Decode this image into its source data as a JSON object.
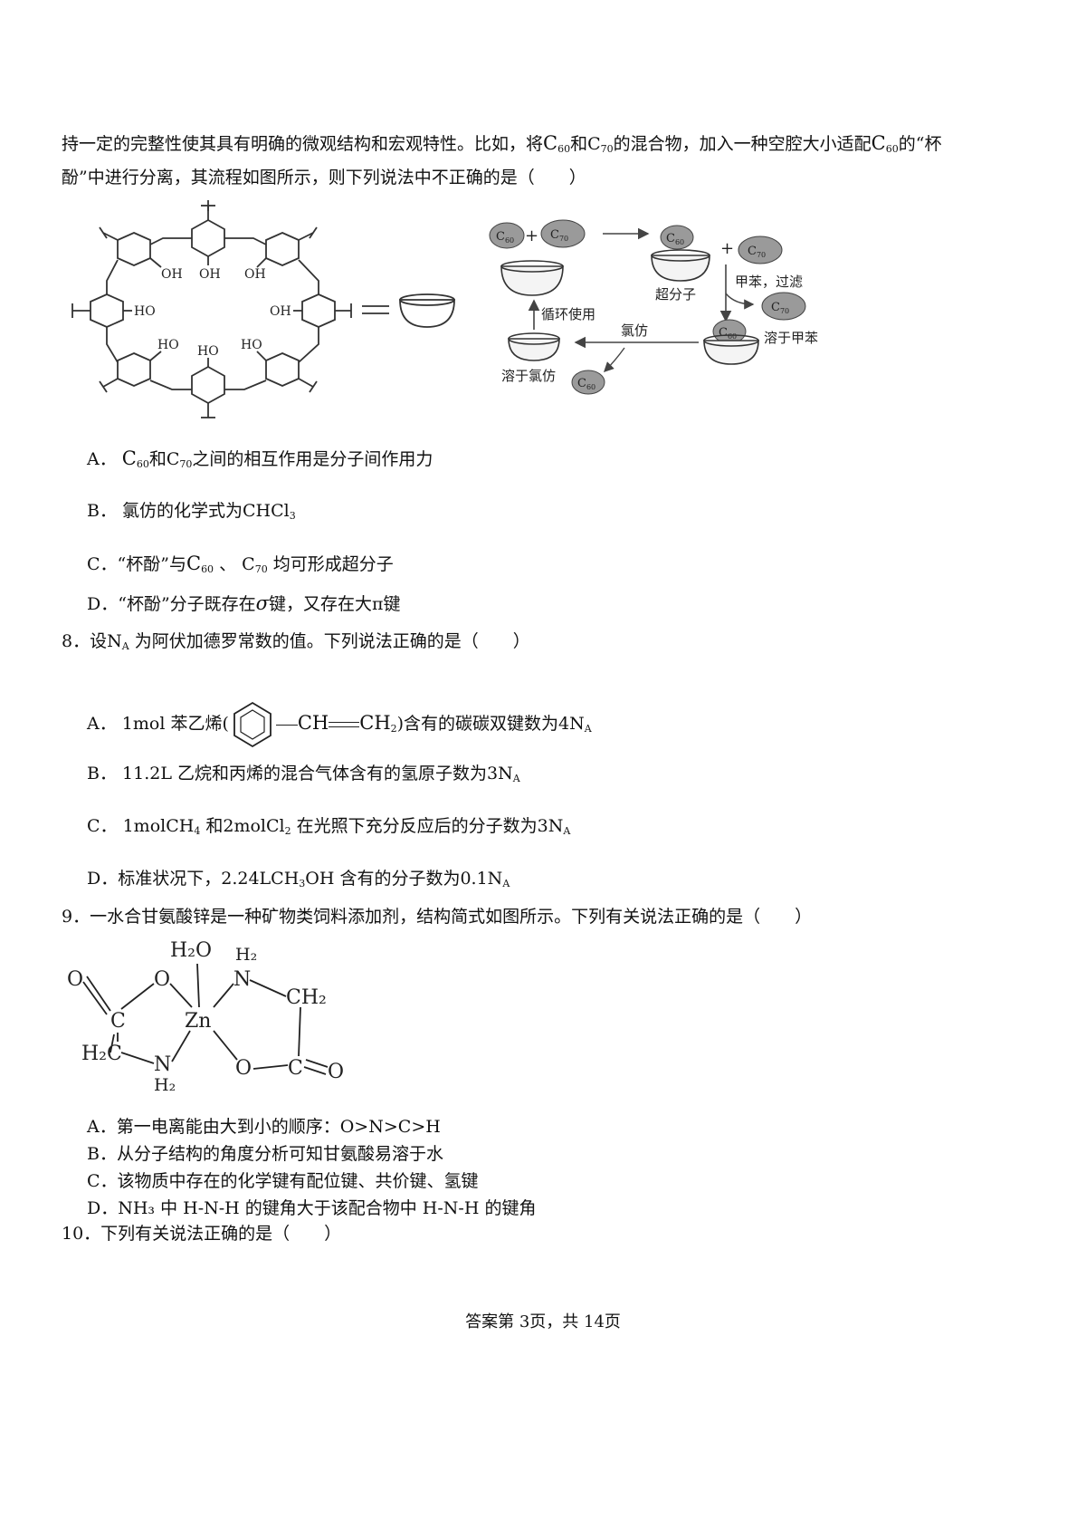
{
  "q7": {
    "stem_line1": {
      "a": "持一定的完整性使其具有明确的微观结构和宏观特性。比如，将",
      "c60a": "C",
      "c60a_sub": "60",
      "b": "和",
      "c70a": "C",
      "c70a_sub": "70",
      "c": "的混合物，加入一种空腔大小适配",
      "c60b": "C",
      "c60b_sub": "60",
      "d": "的“杯"
    },
    "stem_line2": "酚”中进行分离，其流程如图所示，则下列说法中不正确的是（　　）",
    "figure": {
      "oh": "OH",
      "ho": "HO",
      "c60": "C",
      "c60_sub": "60",
      "c70": "C",
      "c70_sub": "70",
      "plus": "+",
      "supramolecule": "超分子",
      "toluene_filter": "甲苯，过滤",
      "dissolve_toluene": "溶于甲苯",
      "chloroform": "氯仿",
      "dissolve_chloroform": "溶于氯仿",
      "recycle": "循环使用"
    },
    "options": {
      "A": {
        "label": "A．",
        "c60": "C",
        "c60_sub": "60",
        "mid": "和",
        "c70": "C",
        "c70_sub": "70",
        "rest": "之间的相互作用是分子间作用力"
      },
      "B": {
        "label": "B．",
        "text": "氯仿的化学式为CHCl",
        "sub": "3"
      },
      "C": {
        "label": "C．",
        "pre": "“杯酚”与",
        "c60": "C",
        "c60_sub": "60",
        "mid": "、",
        "c70": "C",
        "c70_sub": "70",
        "rest": "均可形成超分子"
      },
      "D": {
        "label": "D．",
        "pre": "“杯酚”分子既存在",
        "sigma": "σ",
        "rest": "键，又存在大π键"
      }
    }
  },
  "q8": {
    "stem": {
      "pre": "8．设N",
      "sub": "A",
      "rest": "为阿伏加德罗常数的值。下列说法正确的是（　　）"
    },
    "options": {
      "A": {
        "label": "A．",
        "pre": "1mol 苯乙烯(",
        "ch": "CH",
        "ch2": "CH",
        "ch2_sub": "2",
        "post": ")含有的碳碳双键数为4N",
        "post_sub": "A"
      },
      "B": {
        "label": "B．",
        "text": "11.2L 乙烷和丙烯的混合气体含有的氢原子数为3N",
        "sub": "A"
      },
      "C": {
        "label": "C．",
        "a": "1molCH",
        "a_sub": "4",
        "b": "和2molCl",
        "b_sub": "2",
        "c": "在光照下充分反应后的分子数为3N",
        "c_sub": "A"
      },
      "D": {
        "label": "D．",
        "a": "标准状况下，",
        "b": "2.24LCH",
        "b_sub": "3",
        "c": "OH 含有的分子数为0.1N",
        "c_sub": "A"
      }
    }
  },
  "q9": {
    "stem": "9．一水合甘氨酸锌是一种矿物类饲料添加剂，结构简式如图所示。下列有关说法正确的是（　　）",
    "figure": {
      "h2o": "H₂O",
      "h2n": "H₂",
      "n": "N",
      "ch2": "CH₂",
      "h2c": "H₂C",
      "zn": "Zn",
      "o": "O",
      "c": "C"
    },
    "options": {
      "A": {
        "label": "A．",
        "text": "第一电离能由大到小的顺序：O>N>C>H"
      },
      "B": {
        "label": "B．",
        "text": "从分子结构的角度分析可知甘氨酸易溶于水"
      },
      "C": {
        "label": "C．",
        "text": "该物质中存在的化学键有配位键、共价键、氢键"
      },
      "D": {
        "label": "D．",
        "text": "NH₃ 中 H-N-H 的键角大于该配合物中 H-N-H 的键角"
      }
    }
  },
  "q10": {
    "stem": "10．下列有关说法正确的是（　　）"
  },
  "footer": "答案第 3页，共 14页"
}
